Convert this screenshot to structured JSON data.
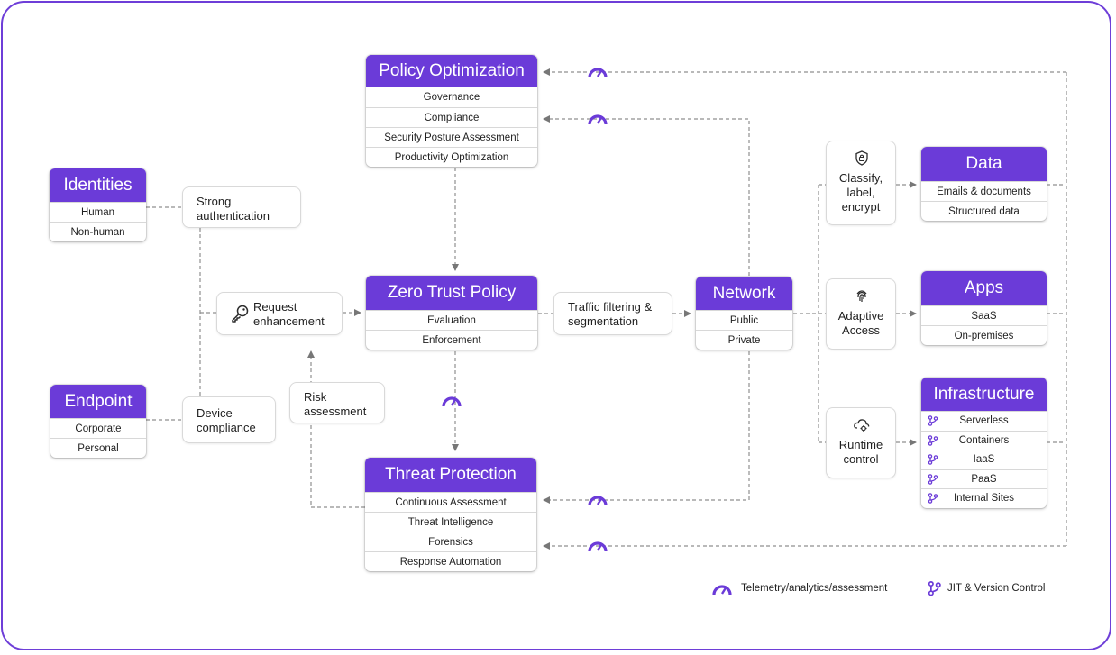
{
  "cards": {
    "policy_optimization": {
      "title": "Policy Optimization",
      "rows": [
        "Governance",
        "Compliance",
        "Security Posture Assessment",
        "Productivity Optimization"
      ]
    },
    "zero_trust_policy": {
      "title": "Zero Trust Policy",
      "rows": [
        "Evaluation",
        "Enforcement"
      ]
    },
    "threat_protection": {
      "title": "Threat Protection",
      "rows": [
        "Continuous Assessment",
        "Threat Intelligence",
        "Forensics",
        "Response Automation"
      ]
    },
    "identities": {
      "title": "Identities",
      "rows": [
        "Human",
        "Non-human"
      ]
    },
    "endpoint": {
      "title": "Endpoint",
      "rows": [
        "Corporate",
        "Personal"
      ]
    },
    "network": {
      "title": "Network",
      "rows": [
        "Public",
        "Private"
      ]
    },
    "data": {
      "title": "Data",
      "rows": [
        "Emails & documents",
        "Structured data"
      ]
    },
    "apps": {
      "title": "Apps",
      "rows": [
        "SaaS",
        "On-premises"
      ]
    },
    "infrastructure": {
      "title": "Infrastructure",
      "rows": [
        "Serverless",
        "Containers",
        "IaaS",
        "PaaS",
        "Internal Sites"
      ]
    }
  },
  "notes": {
    "strong_auth": "Strong\nauthentication",
    "request_enh": "Request\nenhancement",
    "device_comp": "Device\ncompliance",
    "risk_assess": "Risk\nassessment",
    "traffic": "Traffic filtering &\nsegmentation",
    "classify": "Classify,\nlabel,\nencrypt",
    "adaptive": "Adaptive\nAccess",
    "runtime": "Runtime\ncontrol"
  },
  "legend": {
    "telemetry": "Telemetry/analytics/assessment",
    "jit": "JIT & Version Control"
  },
  "icons": {
    "telemetry": "gauge-icon",
    "jit": "branch-icon",
    "request": "key-icon",
    "classify": "shield-lock-icon",
    "adaptive": "fingerprint-icon",
    "runtime": "cloud-gear-icon"
  },
  "colors": {
    "accent": "#6b3bd8",
    "frame": "#6e3ed8",
    "wire": "#8a8a8a"
  }
}
